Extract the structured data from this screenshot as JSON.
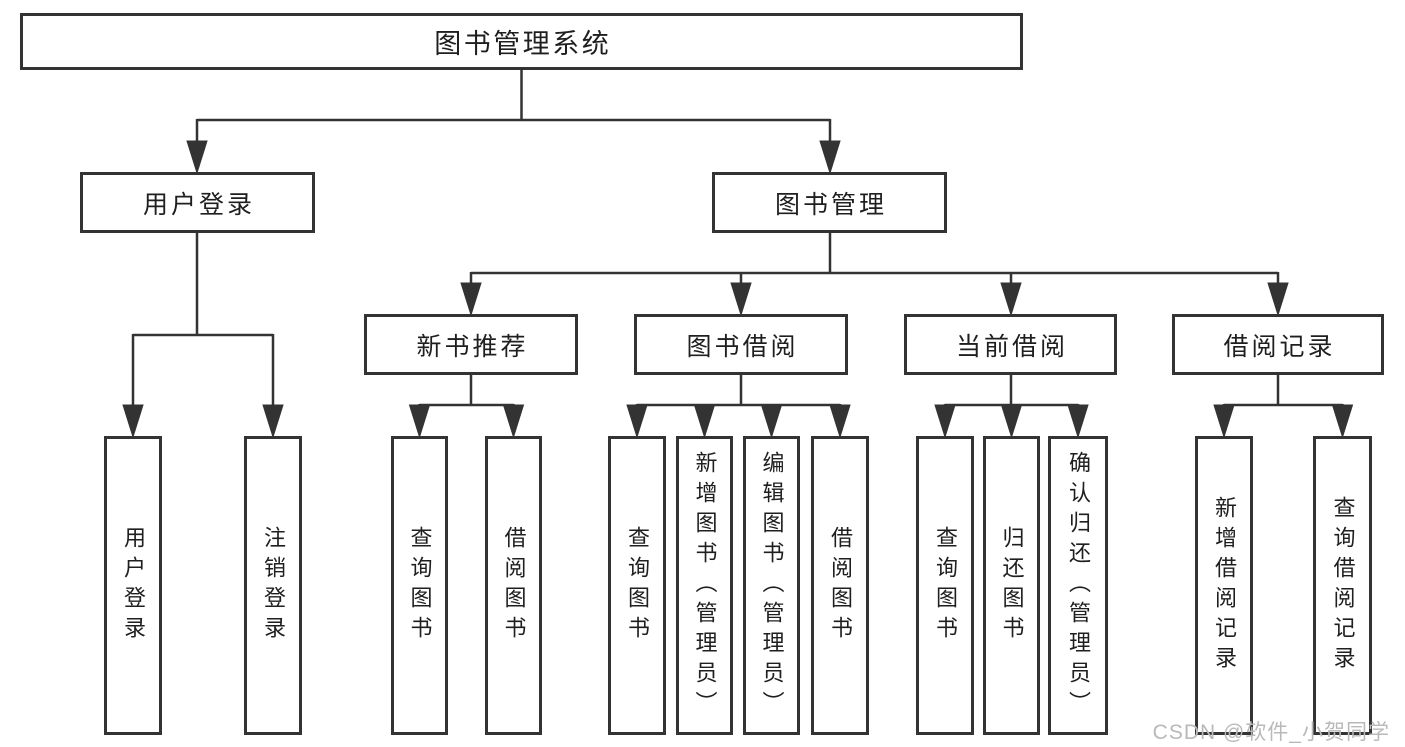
{
  "tree": {
    "root": {
      "label": "图书管理系统"
    },
    "branches": [
      {
        "label": "用户登录",
        "children": [
          {
            "label": "用户登录"
          },
          {
            "label": "注销登录"
          }
        ]
      },
      {
        "label": "图书管理",
        "children": [
          {
            "label": "新书推荐",
            "children": [
              {
                "label": "查询图书"
              },
              {
                "label": "借阅图书"
              }
            ]
          },
          {
            "label": "图书借阅",
            "children": [
              {
                "label": "查询图书"
              },
              {
                "label": "新增图书（管理员）"
              },
              {
                "label": "编辑图书（管理员）"
              },
              {
                "label": "借阅图书"
              }
            ]
          },
          {
            "label": "当前借阅",
            "children": [
              {
                "label": "查询图书"
              },
              {
                "label": "归还图书"
              },
              {
                "label": "确认归还（管理员）"
              }
            ]
          },
          {
            "label": "借阅记录",
            "children": [
              {
                "label": "新增借阅记录"
              },
              {
                "label": "查询借阅记录"
              }
            ]
          }
        ]
      }
    ]
  },
  "watermark": {
    "text": "CSDN @软件_小贺同学"
  },
  "colors": {
    "line": "#333333",
    "box_border": "#333333",
    "text": "#1f1f1f",
    "watermark": "#b9b9b9",
    "background": "#ffffff"
  }
}
